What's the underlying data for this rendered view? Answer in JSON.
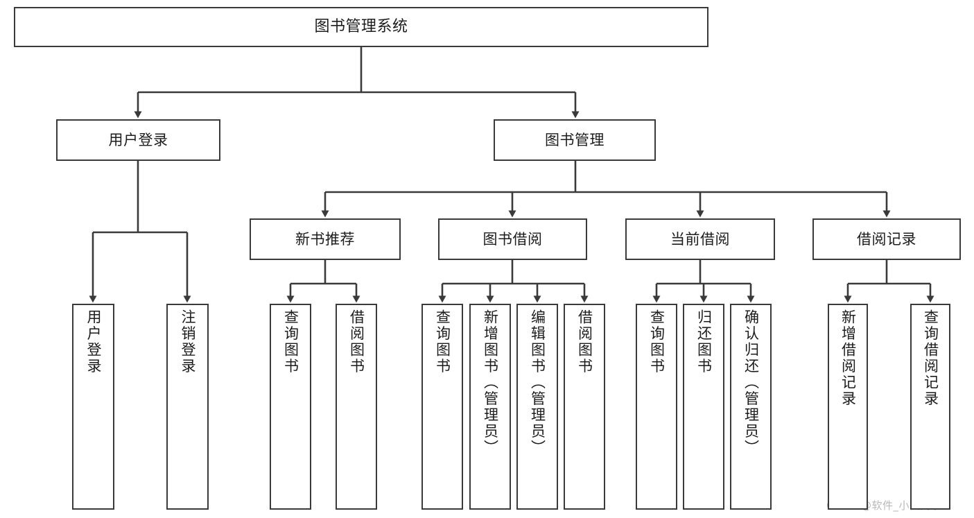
{
  "diagram": {
    "title": "图书管理系统",
    "type": "functional-structure-tree",
    "stroke_color": "#3a3a3a",
    "background_color": "#ffffff",
    "text_color": "#1c1c1c"
  },
  "nodes": {
    "root": {
      "label": "图书管理系统"
    },
    "level2": [
      {
        "id": "user-login",
        "label": "用户登录"
      },
      {
        "id": "book-management",
        "label": "图书管理"
      }
    ],
    "level3": [
      {
        "id": "new-book-recommend",
        "label": "新书推荐"
      },
      {
        "id": "book-borrow",
        "label": "图书借阅"
      },
      {
        "id": "current-borrow",
        "label": "当前借阅"
      },
      {
        "id": "borrow-record",
        "label": "借阅记录"
      }
    ],
    "leaves": {
      "user_login": [
        {
          "id": "leaf-user-login",
          "label": "用户登录"
        },
        {
          "id": "leaf-logout-login",
          "label": "注销登录"
        }
      ],
      "new_book_recommend": [
        {
          "id": "leaf-query-book-1",
          "label": "查询图书"
        },
        {
          "id": "leaf-borrow-book-1",
          "label": "借阅图书"
        }
      ],
      "book_borrow": [
        {
          "id": "leaf-query-book-2",
          "label": "查询图书"
        },
        {
          "id": "leaf-add-book",
          "label": "新增图书（管理员）"
        },
        {
          "id": "leaf-edit-book",
          "label": "编辑图书（管理员）"
        },
        {
          "id": "leaf-borrow-book-2",
          "label": "借阅图书"
        }
      ],
      "current_borrow": [
        {
          "id": "leaf-query-book-3",
          "label": "查询图书"
        },
        {
          "id": "leaf-return-book",
          "label": "归还图书"
        },
        {
          "id": "leaf-confirm-return",
          "label": "确认归还（管理员）"
        }
      ],
      "borrow_record": [
        {
          "id": "leaf-add-record",
          "label": "新增借阅记录"
        },
        {
          "id": "leaf-query-record",
          "label": "查询借阅记录"
        }
      ]
    }
  },
  "watermark": {
    "text": "CSDN @软件_小贺同学"
  }
}
